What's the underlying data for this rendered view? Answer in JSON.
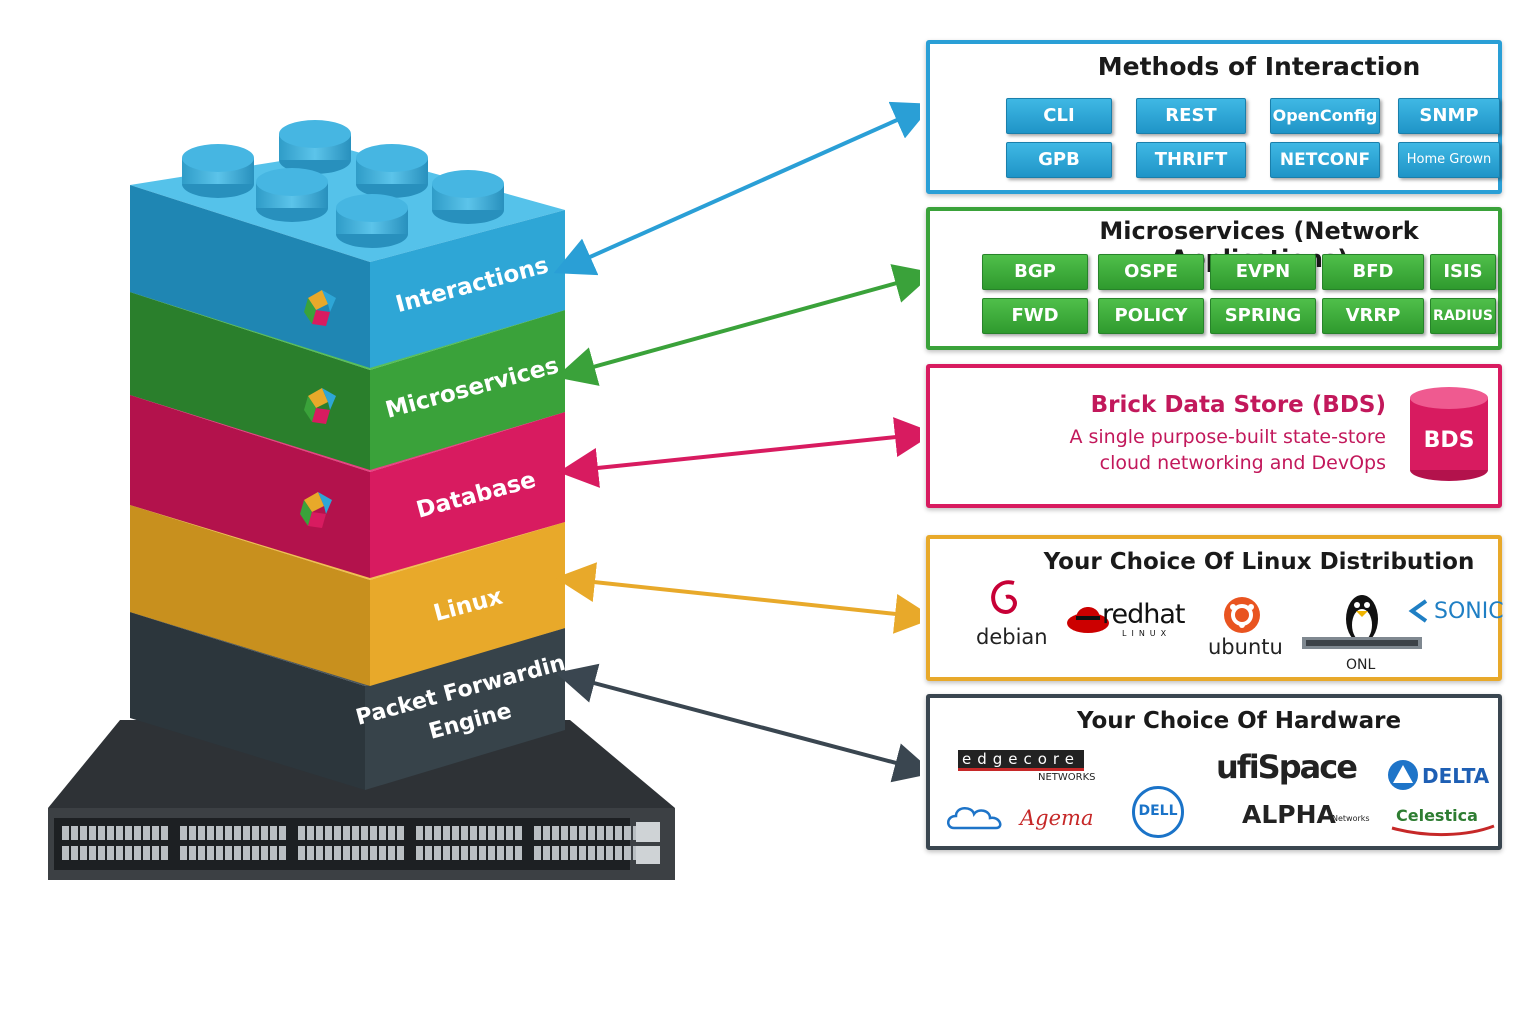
{
  "stack": {
    "layers": [
      {
        "label": "Interactions",
        "color": "#2ea6d6"
      },
      {
        "label": "Microservices",
        "color": "#3aa23a"
      },
      {
        "label": "Database",
        "color": "#d81b60"
      },
      {
        "label": "Linux",
        "color": "#e8a92a"
      },
      {
        "label_line1": "Packet Forwarding",
        "label_line2": "Engine",
        "color": "#37434a"
      }
    ]
  },
  "interaction": {
    "title": "Methods of Interaction",
    "tags": [
      "CLI",
      "REST",
      "OpenConfig",
      "SNMP",
      "GPB",
      "THRIFT",
      "NETCONF",
      "Home Grown"
    ],
    "color": "#2a9fd6"
  },
  "microservices": {
    "title": "Microservices (Network Applications)",
    "tags": [
      "BGP",
      "OSPE",
      "EVPN",
      "BFD",
      "ISIS",
      "FWD",
      "POLICY",
      "SPRING",
      "VRRP",
      "RADIUS"
    ],
    "color": "#3aa23a"
  },
  "bds": {
    "title": "Brick Data Store (BDS)",
    "line1": "A single purpose-built state-store",
    "line2": "cloud networking and DevOps",
    "cylinder_label": "BDS",
    "color": "#d81b60"
  },
  "linux": {
    "title": "Your Choice Of Linux Distribution",
    "debian": "debian",
    "redhat": "redhat",
    "redhat_sub": "LINUX",
    "ubuntu": "ubuntu",
    "onl": "ONL",
    "sonic": "SONIC",
    "color": "#e8a92a"
  },
  "hardware": {
    "title": "Your Choice Of Hardware",
    "edgecore": "edgecore",
    "edgecore_sub": "NETWORKS",
    "ufispace": "ufiSpace",
    "delta": "DELTA",
    "agema": "Agema",
    "dell": "DELL",
    "alpha": "ALPHA",
    "alpha_sub": "Networks",
    "celestica": "Celestica",
    "color": "#3a4650"
  }
}
